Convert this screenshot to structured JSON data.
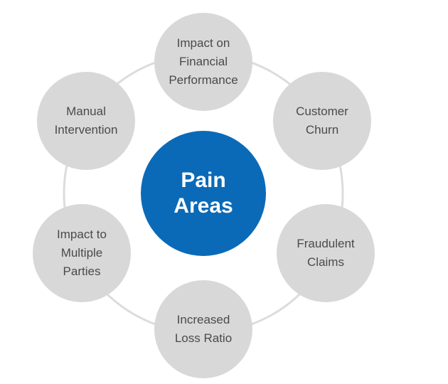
{
  "center": {
    "label": "Pain\nAreas"
  },
  "nodes": [
    {
      "id": "impact-financial",
      "label": "Impact on\nFinancial\nPerformance"
    },
    {
      "id": "customer-churn",
      "label": "Customer\nChurn"
    },
    {
      "id": "fraudulent-claims",
      "label": "Fraudulent\nClaims"
    },
    {
      "id": "increased-loss-ratio",
      "label": "Increased\nLoss Ratio"
    },
    {
      "id": "impact-multiple-parties",
      "label": "Impact to\nMultiple\nParties"
    },
    {
      "id": "manual-intervention",
      "label": "Manual\nIntervention"
    }
  ],
  "colors": {
    "center_fill": "#0a6ab8",
    "node_fill": "#d8d8d8",
    "ring_stroke": "#dcdcdc",
    "node_text": "#4a4a4a",
    "center_text": "#ffffff"
  }
}
